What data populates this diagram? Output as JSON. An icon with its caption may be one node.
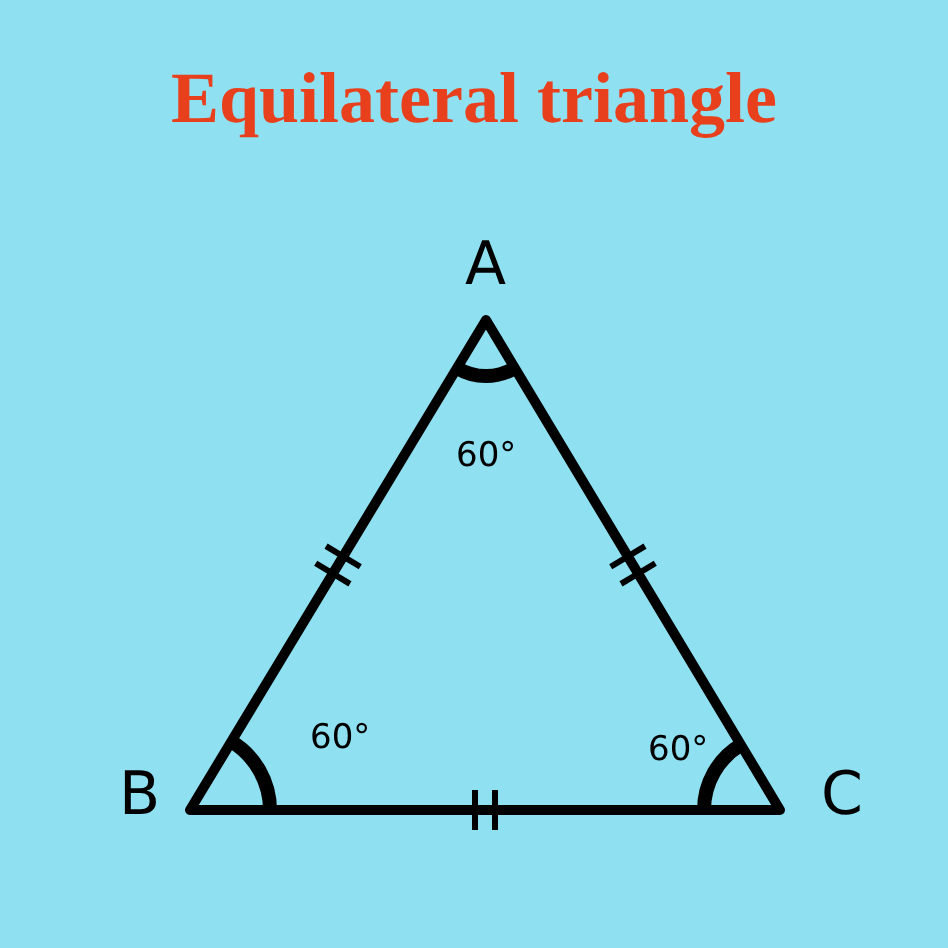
{
  "diagram": {
    "title": "Equilateral triangle",
    "labels": [
      "A",
      "60°",
      "60°",
      "60°",
      "B",
      "C"
    ]
  }
}
